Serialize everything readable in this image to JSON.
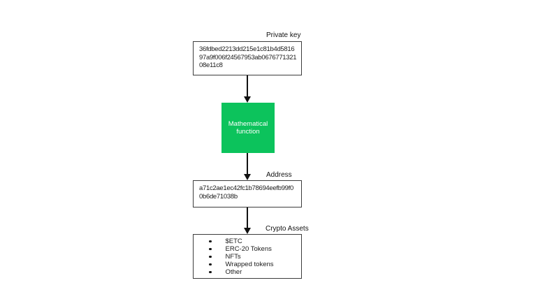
{
  "diagram": {
    "background_color": "#ffffff",
    "accent_green": "#0cc35c",
    "box_border_color": "#3c3c3c",
    "text_color": "#1b1b1b",
    "private_key": {
      "label": "Private key",
      "lines": [
        "36fdbed2213dd215e1c81b4d5816",
        "97a9f006f24567953ab0676771321",
        "08e11c8"
      ]
    },
    "function_box": {
      "lines": [
        "Mathematical",
        "function"
      ]
    },
    "address": {
      "label": "Address",
      "lines": [
        "a71c2ae1ec42fc1b78694eefb99f0",
        "0b6de71038b"
      ]
    },
    "crypto_assets": {
      "label": "Crypto Assets",
      "items": [
        "$ETC",
        "ERC-20 Tokens",
        "NFTs",
        "Wrapped tokens",
        "Other"
      ]
    }
  }
}
